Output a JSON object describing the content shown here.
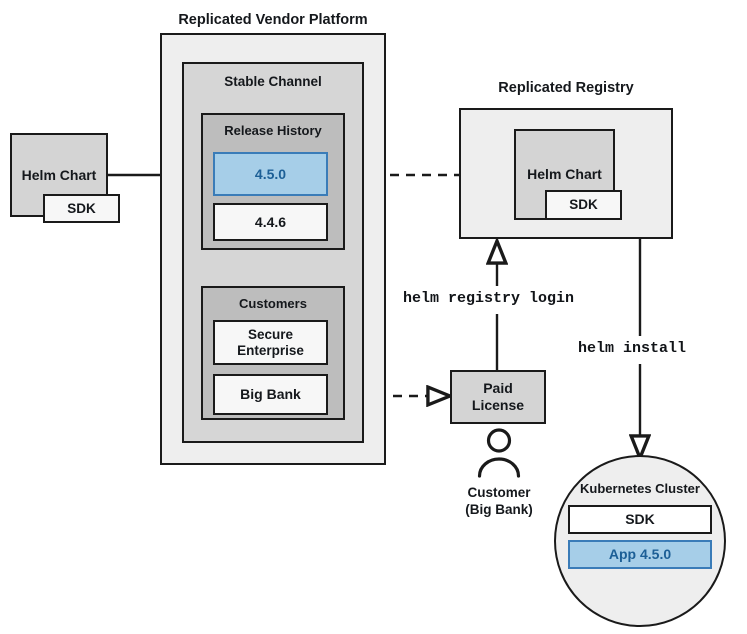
{
  "diagram": {
    "title_platform": "Replicated Vendor Platform",
    "title_registry": "Replicated Registry",
    "source_chart": {
      "label": "Helm Chart",
      "sdk": "SDK"
    },
    "platform": {
      "channel_label": "Stable Channel",
      "release_history": {
        "label": "Release History",
        "releases": [
          {
            "version": "4.5.0",
            "highlighted": true
          },
          {
            "version": "4.4.6",
            "highlighted": false
          }
        ]
      },
      "customers": {
        "label": "Customers",
        "items": [
          {
            "name": "Secure Enterprise"
          },
          {
            "name": "Big Bank"
          }
        ]
      }
    },
    "registry": {
      "chart": {
        "label": "Helm Chart",
        "sdk": "SDK"
      }
    },
    "license": {
      "label": "Paid License"
    },
    "customer_actor": {
      "line1": "Customer",
      "line2": "(Big Bank)"
    },
    "commands": {
      "registry_login": "helm registry login",
      "install": "helm install"
    },
    "cluster": {
      "label": "Kubernetes Cluster",
      "components": [
        {
          "name": "SDK",
          "highlighted": false
        },
        {
          "name": "App 4.5.0",
          "highlighted": true
        }
      ]
    },
    "colors": {
      "accent_blue_fill": "#a6cee8",
      "accent_blue_border": "#3a7cb8",
      "accent_blue_text": "#1c5f96",
      "stroke": "#1a1a1a",
      "platform_fill": "#eeeeee",
      "channel_fill": "#d6d6d6",
      "subgroup_fill": "#bdbdbd",
      "box_gray_fill": "#d4d4d4",
      "box_white_fill": "#f7f7f7"
    }
  }
}
